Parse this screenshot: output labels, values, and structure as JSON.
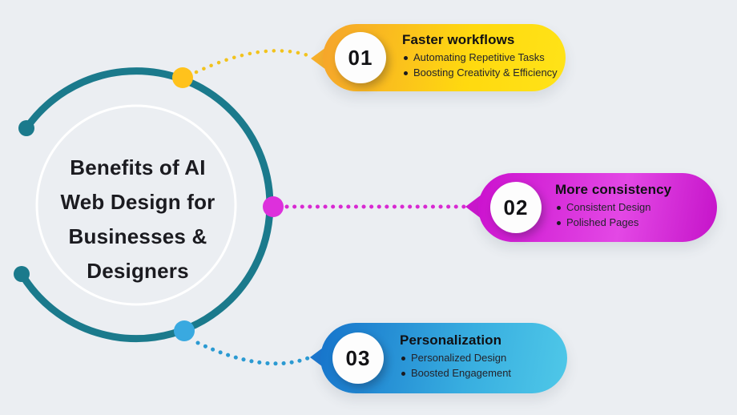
{
  "colors": {
    "background": "#EBEEF2",
    "arc": "#1B7A8C",
    "inner_ring": "#FFFFFF"
  },
  "center": {
    "title": "Benefits of AI Web Design for Businesses & Designers",
    "title_lines": [
      "Benefits of AI",
      "Web Design for",
      "Businesses &",
      "Designers"
    ]
  },
  "items": [
    {
      "number": "01",
      "title": "Faster workflows",
      "bullets": [
        "Automating Repetitive Tasks",
        "Boosting Creativity & Efficiency"
      ],
      "gradient": [
        "#F5A42C",
        "#FFD90F",
        "#FFE318"
      ],
      "tail_color": "#F9B12B",
      "dot_color": "#FFC21C",
      "line_color": "#F2C31E"
    },
    {
      "number": "02",
      "title": "More consistency",
      "bullets": [
        "Consistent Design",
        "Polished Pages"
      ],
      "gradient": [
        "#CB11CE",
        "#E348E5",
        "#C513C9"
      ],
      "tail_color": "#CC16CE",
      "dot_color": "#DD30DC",
      "line_color": "#D829D2"
    },
    {
      "number": "03",
      "title": "Personalization",
      "bullets": [
        "Personalized Design",
        "Boosted Engagement"
      ],
      "gradient": [
        "#1674CB",
        "#38AEE0",
        "#4FC8E8"
      ],
      "tail_color": "#1B77CF",
      "dot_color": "#39A9E0",
      "line_color": "#2B9AD2"
    }
  ]
}
